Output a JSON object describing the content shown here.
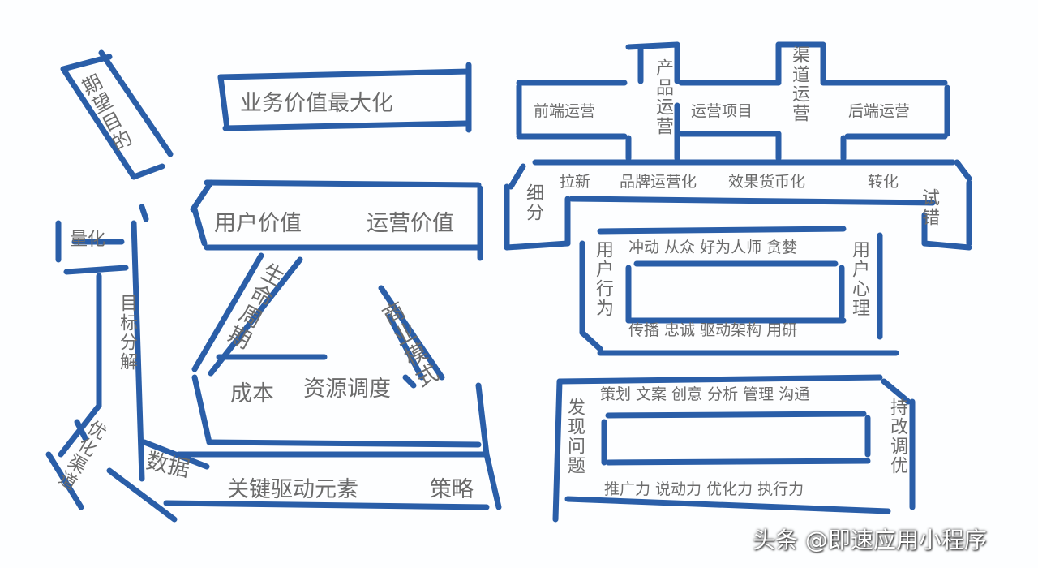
{
  "colors": {
    "stroke": "#2a5ea8",
    "text": "#6b6b6b",
    "background": "#fdfeff"
  },
  "yun": {
    "expected_goal": "期望目的",
    "maximize_business_value": "业务价值最大化",
    "quantify": "量化",
    "goal_breakdown": "目标分解",
    "optimize_channels": "优化渠道",
    "user_value": "用户价值",
    "operation_value": "运营价值",
    "life_cycle": "生命周期",
    "business_model": "商业模式",
    "cost": "成本",
    "resource_scheduling": "资源调度",
    "data": "数据",
    "key_drivers": "关键驱动元素",
    "strategy": "策略"
  },
  "ying": {
    "frontend_ops": "前端运营",
    "product_ops": "产品运营",
    "ops_projects": "运营项目",
    "channel_ops": "渠道运营",
    "backend_ops": "后端运营",
    "acquisition": "拉新",
    "brand_ops": "品牌运营化",
    "monetization": "效果货币化",
    "conversion": "转化",
    "segmentation": "细分",
    "trial_error": "试错",
    "user_behavior": "用户行为",
    "psych_traits": "冲动 从众 好为人师 贪婪",
    "user_psychology": "用户心理",
    "behavior_traits": "传播 忠诚 驱动架构 用研",
    "skills": "策划 文案 创意 分析 管理 沟通",
    "find_problems": "发现问题",
    "continuous_tuning": "持改调优",
    "abilities": "推广力 说动力 优化力 执行力"
  },
  "watermark": "头条 @即速应用小程序"
}
